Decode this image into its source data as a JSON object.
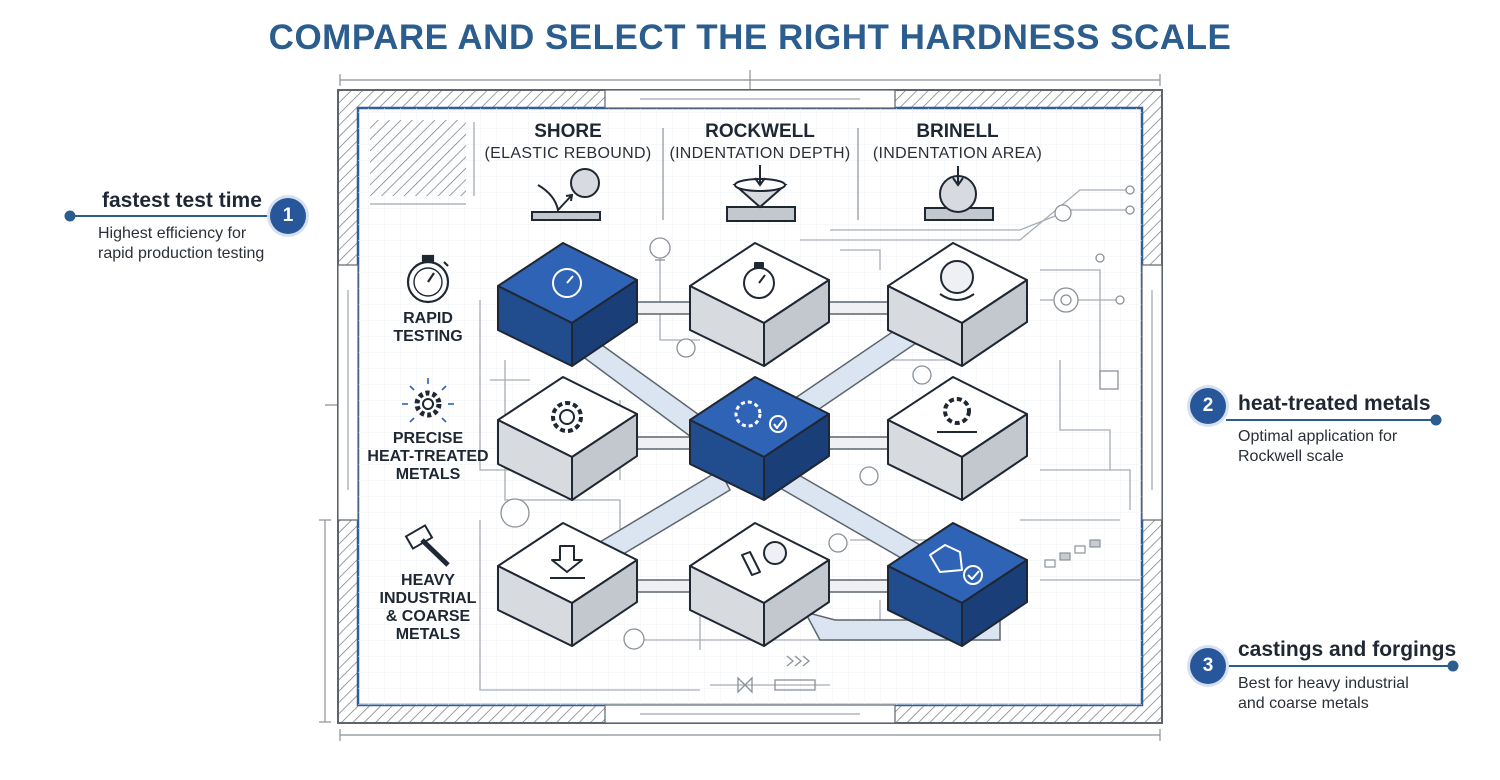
{
  "title": "COMPARE AND SELECT THE RIGHT HARDNESS SCALE",
  "columns": [
    {
      "name": "SHORE",
      "sub": "(ELASTIC REBOUND)"
    },
    {
      "name": "ROCKWELL",
      "sub": "(INDENTATION DEPTH)"
    },
    {
      "name": "BRINELL",
      "sub": "(INDENTATION AREA)"
    }
  ],
  "rows": [
    {
      "lines": [
        "RAPID",
        "TESTING"
      ],
      "icon": "stopwatch-icon"
    },
    {
      "lines": [
        "PRECISE",
        "HEAT-TREATED",
        "METALS"
      ],
      "icon": "gear-icon"
    },
    {
      "lines": [
        "HEAVY",
        "INDUSTRIAL",
        "& COARSE",
        "METALS"
      ],
      "icon": "hammer-icon"
    }
  ],
  "callouts": [
    {
      "number": "1",
      "heading": "fastest test time",
      "desc1": "Highest efficiency for",
      "desc2": "rapid production testing"
    },
    {
      "number": "2",
      "heading": "heat-treated metals",
      "desc1": "Optimal application for",
      "desc2": "Rockwell scale"
    },
    {
      "number": "3",
      "heading": "castings and forgings",
      "desc1": "Best for heavy industrial",
      "desc2": "and coarse metals"
    }
  ],
  "colors": {
    "title": "#2b5d8e",
    "accent": "#27579a",
    "block_gray": "#e9ebee",
    "line": "#7d8590"
  }
}
